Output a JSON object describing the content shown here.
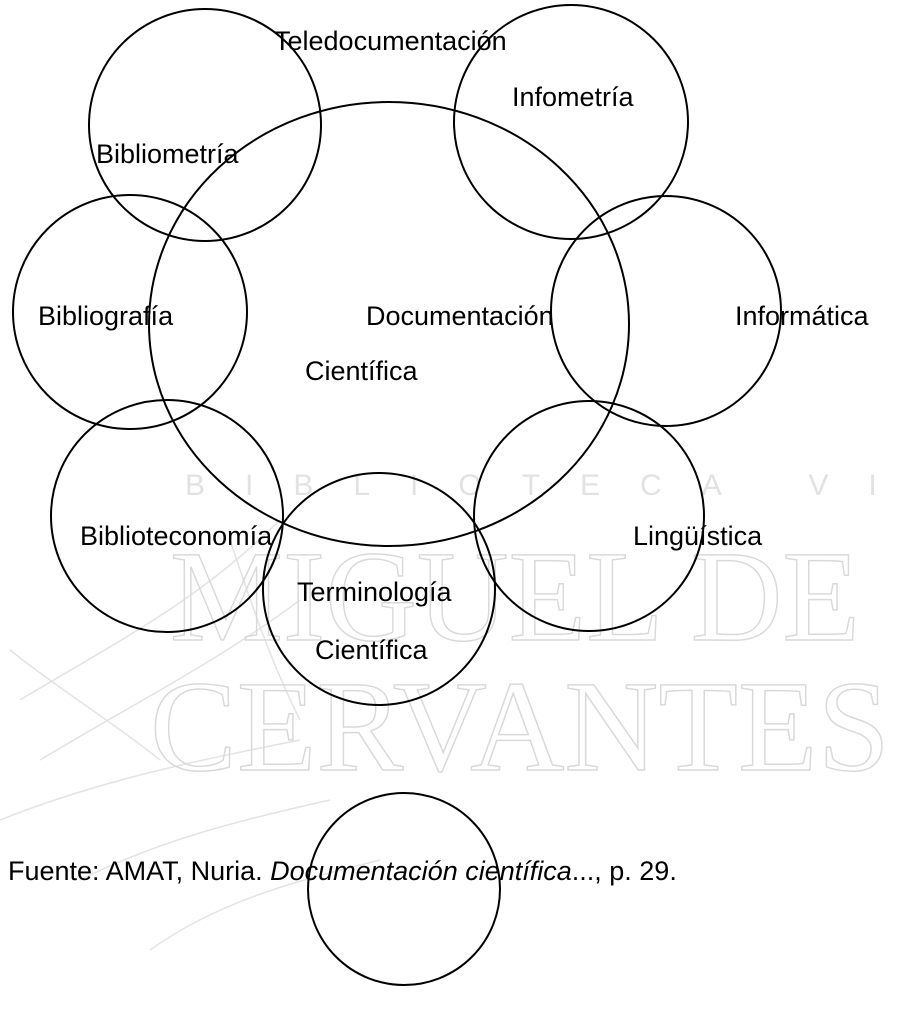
{
  "watermark": {
    "top_line": "BIBLIOTECA VIRTUAL",
    "line1": "MIGUEL DE",
    "line2": "CERVANTES"
  },
  "nodes": {
    "center_line1": "Documentación",
    "center_line2": "Científica",
    "teledocumentacion": "Teledocumentación",
    "infometria": "Infometría",
    "bibliometria": "Bibliometría",
    "bibliografia": "Bibliografía",
    "informatica": "Informática",
    "biblioteconomia": "Biblioteconomía",
    "linguistica": "Lingüística",
    "terminologia_line1": "Terminología",
    "terminologia_line2": "Científica"
  },
  "source": {
    "prefix": "Fuente: AMAT, Nuria. ",
    "title": "Documentación científica",
    "suffix": "..., p. 29."
  }
}
